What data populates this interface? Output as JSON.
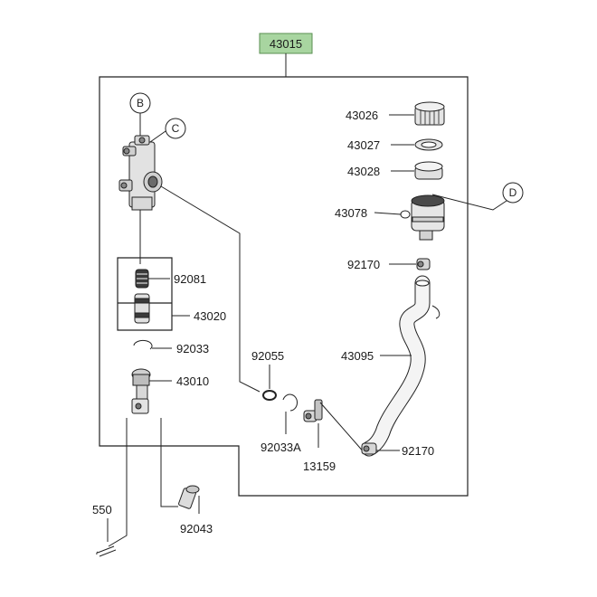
{
  "assembly": {
    "number": "43015",
    "highlight_color": "#a8d5a0"
  },
  "refs": {
    "b": "B",
    "c": "C",
    "d": "D"
  },
  "parts": {
    "p43026": "43026",
    "p43027": "43027",
    "p43028": "43028",
    "p43078": "43078",
    "p92170_top": "92170",
    "p43095": "43095",
    "p92170_bottom": "92170",
    "p92081": "92081",
    "p43020": "43020",
    "p92033": "92033",
    "p43010": "43010",
    "p92055": "92055",
    "p92033A": "92033A",
    "p13159": "13159",
    "p550": "550",
    "p92043": "92043"
  },
  "colors": {
    "line": "#222222",
    "part_fill": "#dcdcdc",
    "part_dark": "#9a9a9a"
  }
}
